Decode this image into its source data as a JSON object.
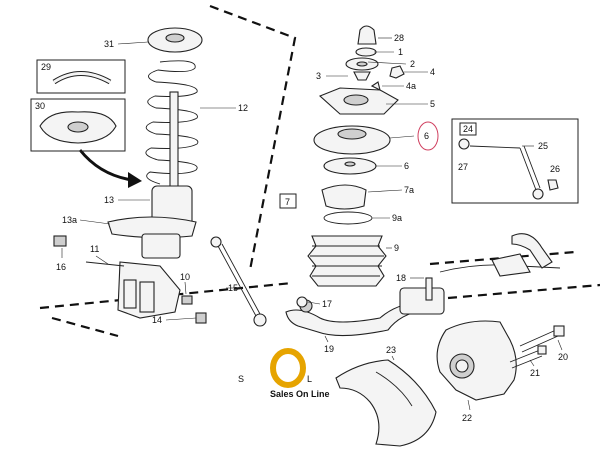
{
  "labels": {
    "l1": "1",
    "l2": "2",
    "l3": "3",
    "l4": "4",
    "l4a": "4a",
    "l5": "5",
    "l6": "6",
    "l6b": "6",
    "l7": "7",
    "l7a": "7a",
    "l9": "9",
    "l9a": "9a",
    "l10": "10",
    "l11": "11",
    "l12": "12",
    "l13": "13",
    "l13a": "13a",
    "l14": "14",
    "l15": "15",
    "l16": "16",
    "l17": "17",
    "l18": "18",
    "l19": "19",
    "l20": "20",
    "l21": "21",
    "l22": "22",
    "l23": "23",
    "l24": "24",
    "l25": "25",
    "l26": "26",
    "l27": "27",
    "l28": "28",
    "l29": "29",
    "l30": "30",
    "l31": "31"
  },
  "logo": {
    "letters": "SOL",
    "tagline": "Sales On Line",
    "colors": {
      "s": "#1e2a78",
      "o": "#e6a400",
      "l": "#1e2a78"
    }
  },
  "highlight_color": "#d04060"
}
